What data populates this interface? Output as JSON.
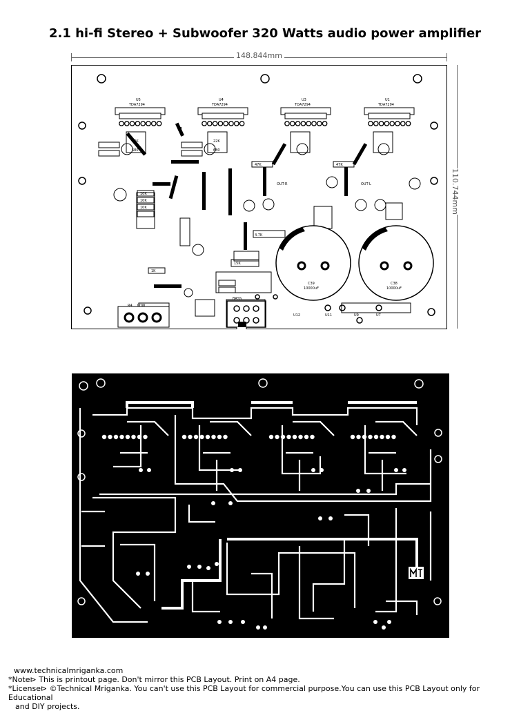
{
  "title": "2.1 hi-fi Stereo + Subwoofer 320 Watts audio power amplifier",
  "dimensions": {
    "width": "148.844mm",
    "height": "110.744mm"
  },
  "silkscreen": {
    "ic_labels": [
      "U5",
      "U4",
      "U3",
      "U1"
    ],
    "ic_part": "TDA7294",
    "capacitor_labels": [
      "C39",
      "C38"
    ],
    "capacitor_value": "10000uF",
    "connector_labels": [
      "R4",
      "LOW",
      "OUT-R",
      "OUT-L",
      "BASS",
      "U9",
      "U7",
      "U11",
      "U12"
    ],
    "resistor_values": [
      "22K",
      "680",
      "10K",
      "47K",
      "15K",
      "4.7K",
      "1K"
    ]
  },
  "footer": {
    "website": "www.technicalmriganka.com",
    "note": "*Note⊳ This is printout page. Don't mirror this PCB Layout. Print on A4 page.",
    "license_line1": "*License⊳ ©Technical Mriganka. You can't use this PCB Layout for commercial purpose.You can use this PCB Layout only for Educational",
    "license_line2": "and DIY projects."
  }
}
